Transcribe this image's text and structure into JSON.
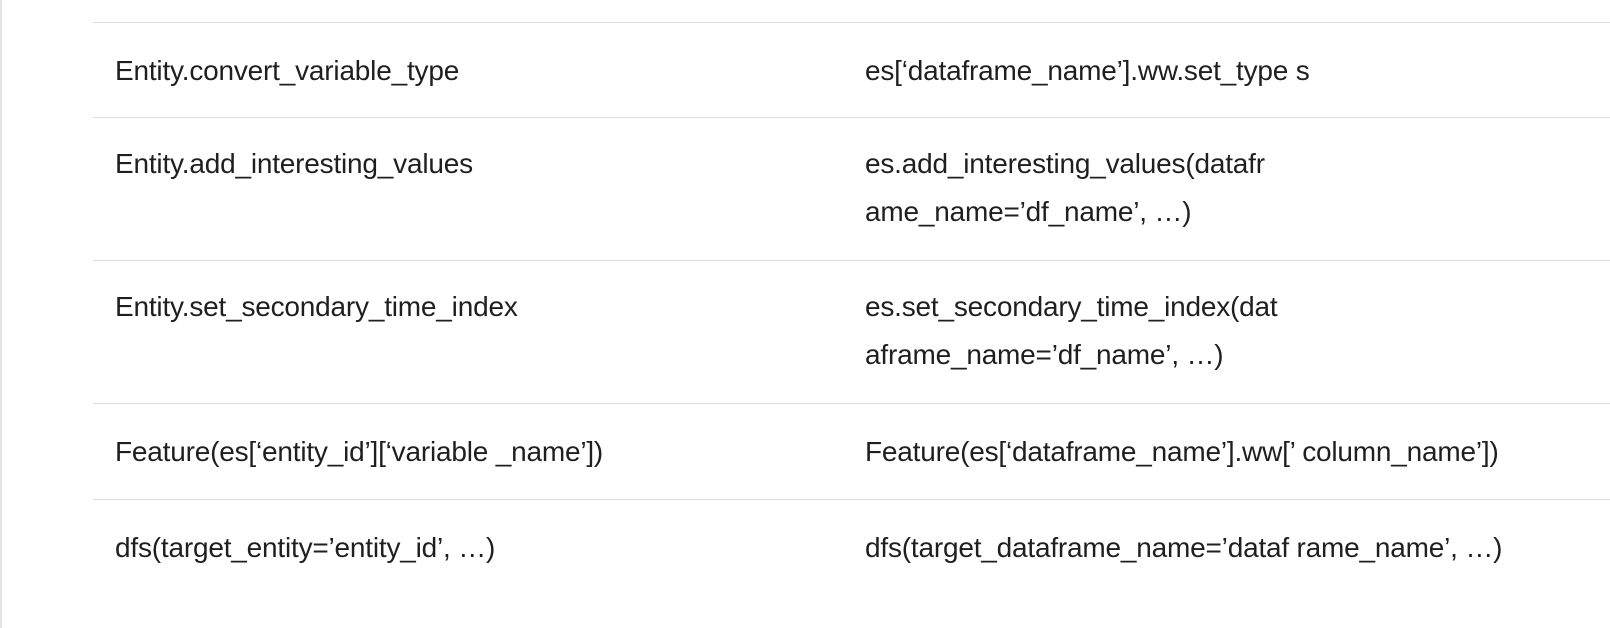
{
  "rows": [
    {
      "old": "Entity.convert_variable_type",
      "new_line1": "es[‘dataframe_name’].ww.set_type s",
      "new_line2": ""
    },
    {
      "old": "Entity.add_interesting_values",
      "new_line1": "es.add_interesting_values(datafr",
      "new_line2": "ame_name=’df_name’, …)"
    },
    {
      "old": "Entity.set_secondary_time_index",
      "new_line1": "es.set_secondary_time_index(dat",
      "new_line2": "aframe_name=’df_name’, …)"
    },
    {
      "old": "Feature(es[‘entity_id’][‘variable _name’])",
      "new_line1": "Feature(es[‘dataframe_name’].ww[’ column_name’])",
      "new_line2": ""
    },
    {
      "old": "dfs(target_entity=’entity_id’, …)",
      "new_line1": "dfs(target_dataframe_name=’dataf rame_name’, …)",
      "new_line2": ""
    }
  ]
}
